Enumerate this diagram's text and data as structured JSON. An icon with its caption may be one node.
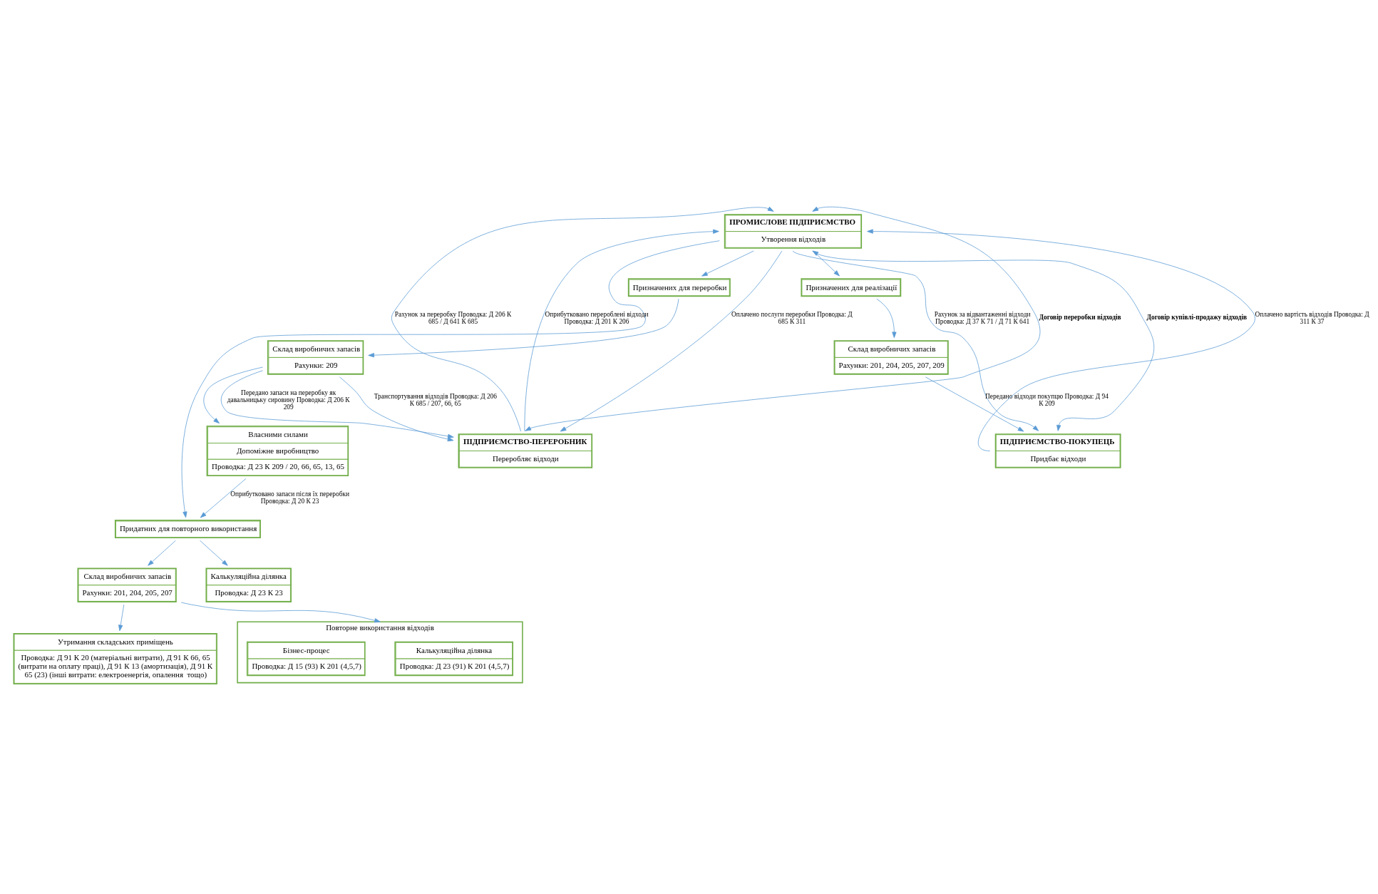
{
  "diagram": {
    "nodes": [
      {
        "text": [
          "Власними силами",
          "Допоміжне виробництво",
          "Проводка: Д 23 К 209 / 20, 66, 65, 13, 65"
        ]
      },
      {
        "text": [
          "Склад виробничих запасів",
          "Рахунки: 209"
        ]
      },
      {
        "text": [
          "Призначених для переробки"
        ]
      },
      {
        "text": [
          "ПРОМИСЛОВЕ ПІДПРИЄМСТВО",
          "Утворення відходів"
        ]
      },
      {
        "text": [
          "Призначених для реалізації"
        ]
      },
      {
        "text": [
          "Склад виробничих запасів",
          "Рахунки: 201, 204, 205, 207, 209"
        ]
      },
      {
        "text": [
          "ПІДПРИЄМСТВО-ПЕРЕРОБНИК",
          "Переробляє відходи"
        ]
      },
      {
        "text": [
          "ПІДПРИЄМСТВО-ПОКУПЕЦЬ",
          "Придбає відходи"
        ]
      },
      {
        "text": [
          "Придатних для повторного використання"
        ]
      },
      {
        "text": [
          "Склад виробничих запасів",
          "Рахунки: 201, 204, 205, 207"
        ]
      },
      {
        "text": [
          "Утримання складських приміщень",
          "Проводка: Д 91 К 20 (матеріальні витрати), Д 91 К 66, 65 (витрати на оплату праці), Д 91 К 13 (амортизація), Д 91 К 65 (23) (інші витрати: електроенергія, опалення  тощо)"
        ]
      },
      {
        "text": [
          "Калькуляційна ділянка",
          "Проводка: Д 23 К 23"
        ]
      },
      {
        "text": [
          "Повторне використання відходів"
        ]
      },
      {
        "text": [
          "Калькуляційна ділянка",
          "Проводка: Д 23 (91) К 201 (4,5,7)"
        ],
        "in": 12
      },
      {
        "text": [
          "Бізнес-процес",
          "Проводка: Д 15 (93) К 201 (4,5,7)"
        ],
        "in": 12
      }
    ],
    "edges": [
      {
        "from": 3,
        "to": 2,
        "arrow": "to"
      },
      {
        "from": 2,
        "to": 1,
        "arrow": "to"
      },
      {
        "from": 1,
        "to": 0,
        "arrow": "to"
      },
      {
        "from": 1,
        "to": 6,
        "arrow": "to",
        "label": "Передано запаси на переробку як давальницьку сировину Проводка: Д 206 К 209"
      },
      {
        "from": 1,
        "to": 6,
        "arrow": "to",
        "label": "Транспортування відходів Проводка: Д 206 К 685 / 207, 66, 65"
      },
      {
        "from": 6,
        "to": 3,
        "arrow": "to",
        "label": "Рахунок за переробку Проводка: Д 206 К 685 / Д 641 К 685"
      },
      {
        "from": 3,
        "to": 6,
        "arrow": "to",
        "label": "Оплачено послуги переробки Проводка: Д 685 К 311"
      },
      {
        "from": 6,
        "to": 3,
        "arrow": "to",
        "label": "Оприбутковано перероблені відходи Проводка: Д 201 К 206"
      },
      {
        "from": 6,
        "to": 3,
        "arrow": "both",
        "label": "Договір переробки відходів"
      },
      {
        "from": 7,
        "to": 3,
        "arrow": "both",
        "label": "Договір купівлі-продажу відходів"
      },
      {
        "from": 7,
        "to": 3,
        "arrow": "to",
        "label": "Оплачено вартість відходів Проводка: Д 311 К 37"
      },
      {
        "from": 3,
        "to": 7,
        "arrow": "to",
        "label": "Рахунок за відвантаженні відходи Проводка: Д 37 К 71 / Д 71 К 641"
      },
      {
        "from": 3,
        "to": 4,
        "arrow": "to"
      },
      {
        "from": 4,
        "to": 5,
        "arrow": "to"
      },
      {
        "from": 5,
        "to": 7,
        "arrow": "to",
        "label": "Передано відходи покупцю Проводка: Д 94 К 209"
      },
      {
        "from": 0,
        "to": 8,
        "arrow": "to",
        "label": "Оприбутковано запаси після їх переробки Проводка: Д 20 К 23"
      },
      {
        "from": 3,
        "to": 8,
        "arrow": "to"
      },
      {
        "from": 8,
        "to": 9,
        "arrow": "to"
      },
      {
        "from": 8,
        "to": 11,
        "arrow": "to"
      },
      {
        "from": 9,
        "to": 10,
        "arrow": "to"
      },
      {
        "from": 9,
        "to": 12,
        "arrow": "to"
      }
    ]
  }
}
